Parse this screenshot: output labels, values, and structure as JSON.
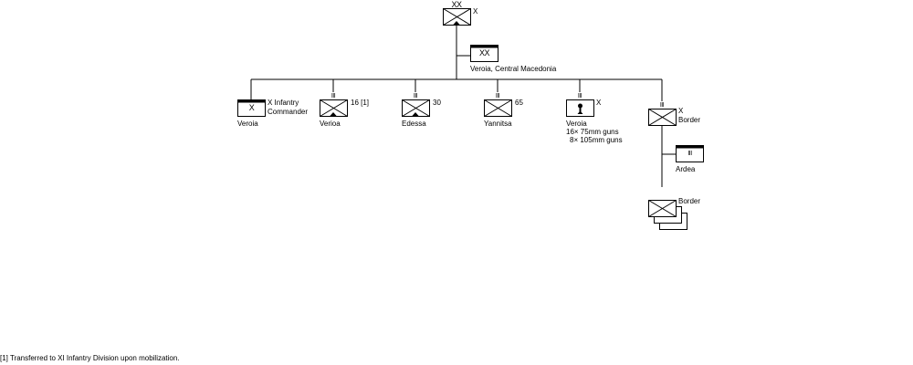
{
  "division": {
    "echelon": "XX",
    "designation": "X",
    "hq_echelon": "XX",
    "hq_location": "Veroia, Central Macedonia"
  },
  "units": {
    "infantry_command": {
      "echelon": "X",
      "designation": "X Infantry",
      "designation_line2": "Commander",
      "location": "Veroia"
    },
    "regiment_16": {
      "echelon": "III",
      "designation": "16 [1]",
      "location": "Verioa"
    },
    "regiment_30": {
      "echelon": "III",
      "designation": "30",
      "location": "Edessa"
    },
    "regiment_65": {
      "echelon": "III",
      "designation": "65",
      "location": "Yannitsa"
    },
    "artillery": {
      "echelon": "III",
      "designation": "X",
      "location": "Veroia",
      "equipment_1": "16× 75mm guns",
      "equipment_2": "8× 105mm guns"
    },
    "border_regiment": {
      "echelon": "III",
      "designation": "X",
      "designation_line2": "Border",
      "hq_echelon": "III",
      "hq_location": "Ardea"
    },
    "border_battalions": {
      "designation": "Border"
    }
  },
  "footnote": "[1] Transferred to XI Infantry Division upon mobilization."
}
